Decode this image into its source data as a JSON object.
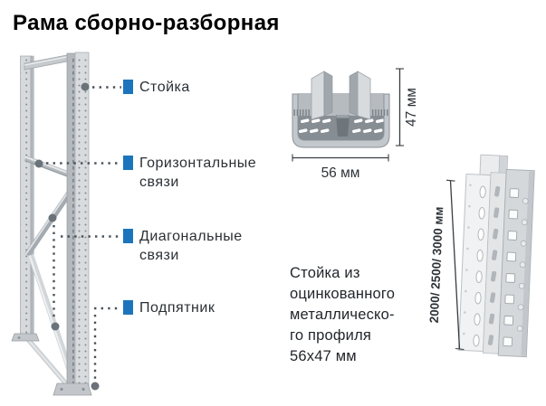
{
  "page": {
    "title": "Рама сборно-разборная",
    "background": "#ffffff"
  },
  "colors": {
    "accent_blue": "#1c75bc",
    "label_text": "#2b3036",
    "dimension_text": "#33383d",
    "metal_light": "#d9dcde",
    "metal_mid": "#b6bbbf",
    "leader_dot": "#6a727a"
  },
  "frame": {
    "labels": [
      {
        "label": "Стойка"
      },
      {
        "label": "Горизонтальные связи"
      },
      {
        "label": "Диагональные связи"
      },
      {
        "label": "Подпятник"
      }
    ]
  },
  "cross_section": {
    "width_label": "56 мм",
    "height_label": "47 мм"
  },
  "upright_profile": {
    "length_label": "2000/ 2500/ 3000 мм"
  },
  "description": {
    "text": "Стойка из\nоцинкованного\nметаллическо-\nго профиля\n56х47 мм"
  }
}
